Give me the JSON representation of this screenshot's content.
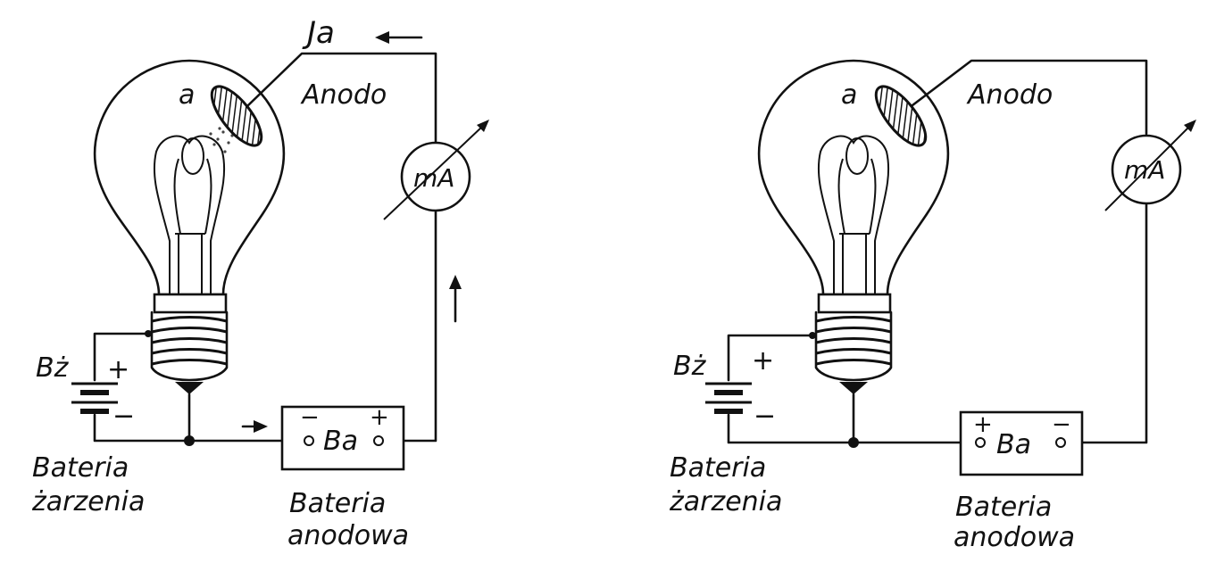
{
  "diagram": {
    "left": {
      "current_label": "Ja",
      "anode_letter": "a",
      "anode_label": "Anodo",
      "meter_label": "mA",
      "filament_battery_symbol": "Bż",
      "filament_battery_plus": "+",
      "filament_battery_minus": "−",
      "filament_battery_caption_1": "Bateria",
      "filament_battery_caption_2": "żarzenia",
      "anode_battery_symbol": "Ba",
      "anode_battery_left_sign": "−",
      "anode_battery_right_sign": "+",
      "anode_battery_caption_1": "Bateria",
      "anode_battery_caption_2": "anodowa"
    },
    "right": {
      "anode_letter": "a",
      "anode_label": "Anodo",
      "meter_label": "mA",
      "filament_battery_symbol": "Bż",
      "filament_battery_plus": "+",
      "filament_battery_minus": "−",
      "filament_battery_caption_1": "Bateria",
      "filament_battery_caption_2": "żarzenia",
      "anode_battery_symbol": "Ba",
      "anode_battery_left_sign": "+",
      "anode_battery_right_sign": "−",
      "anode_battery_caption_1": "Bateria",
      "anode_battery_caption_2": "anodowa"
    }
  }
}
